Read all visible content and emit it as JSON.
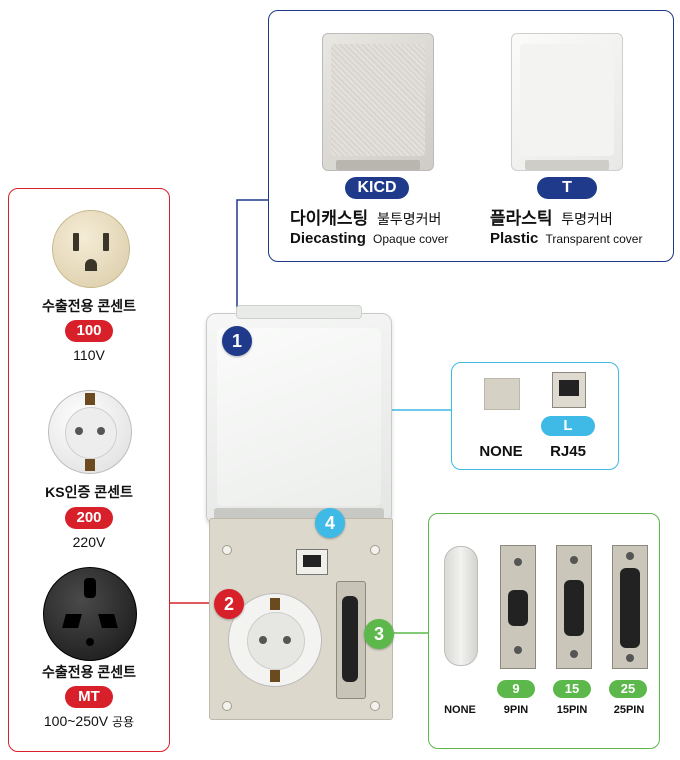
{
  "covers": {
    "kicd": {
      "badge": "KICD",
      "korean_main": "다이캐스팅",
      "korean_sub": "불투명커버",
      "english_main": "Diecasting",
      "english_sub": "Opaque cover"
    },
    "t": {
      "badge": "T",
      "korean_main": "플라스틱",
      "korean_sub": "투명커버",
      "english_main": "Plastic",
      "english_sub": "Transparent cover"
    }
  },
  "outlets": [
    {
      "title": "수출전용 콘센트",
      "badge": "100",
      "voltage": "110V",
      "extra": ""
    },
    {
      "title": "KS인증 콘센트",
      "badge": "200",
      "voltage": "220V",
      "extra": ""
    },
    {
      "title": "수출전용 콘센트",
      "badge": "MT",
      "voltage": "100~250V",
      "extra": "공용"
    }
  ],
  "network": {
    "none_label": "NONE",
    "rj45_badge": "L",
    "rj45_label": "RJ45"
  },
  "dsub": {
    "none_label": "NONE",
    "options": [
      {
        "badge": "9",
        "label": "9PIN"
      },
      {
        "badge": "15",
        "label": "15PIN"
      },
      {
        "badge": "25",
        "label": "25PIN"
      }
    ]
  },
  "callouts": {
    "c1": "1",
    "c2": "2",
    "c3": "3",
    "c4": "4"
  },
  "colors": {
    "navy": "#1f3a8a",
    "red": "#d8202a",
    "green": "#5cb84a",
    "cyan": "#3fb9e6",
    "plate": "#dcd8cc"
  }
}
